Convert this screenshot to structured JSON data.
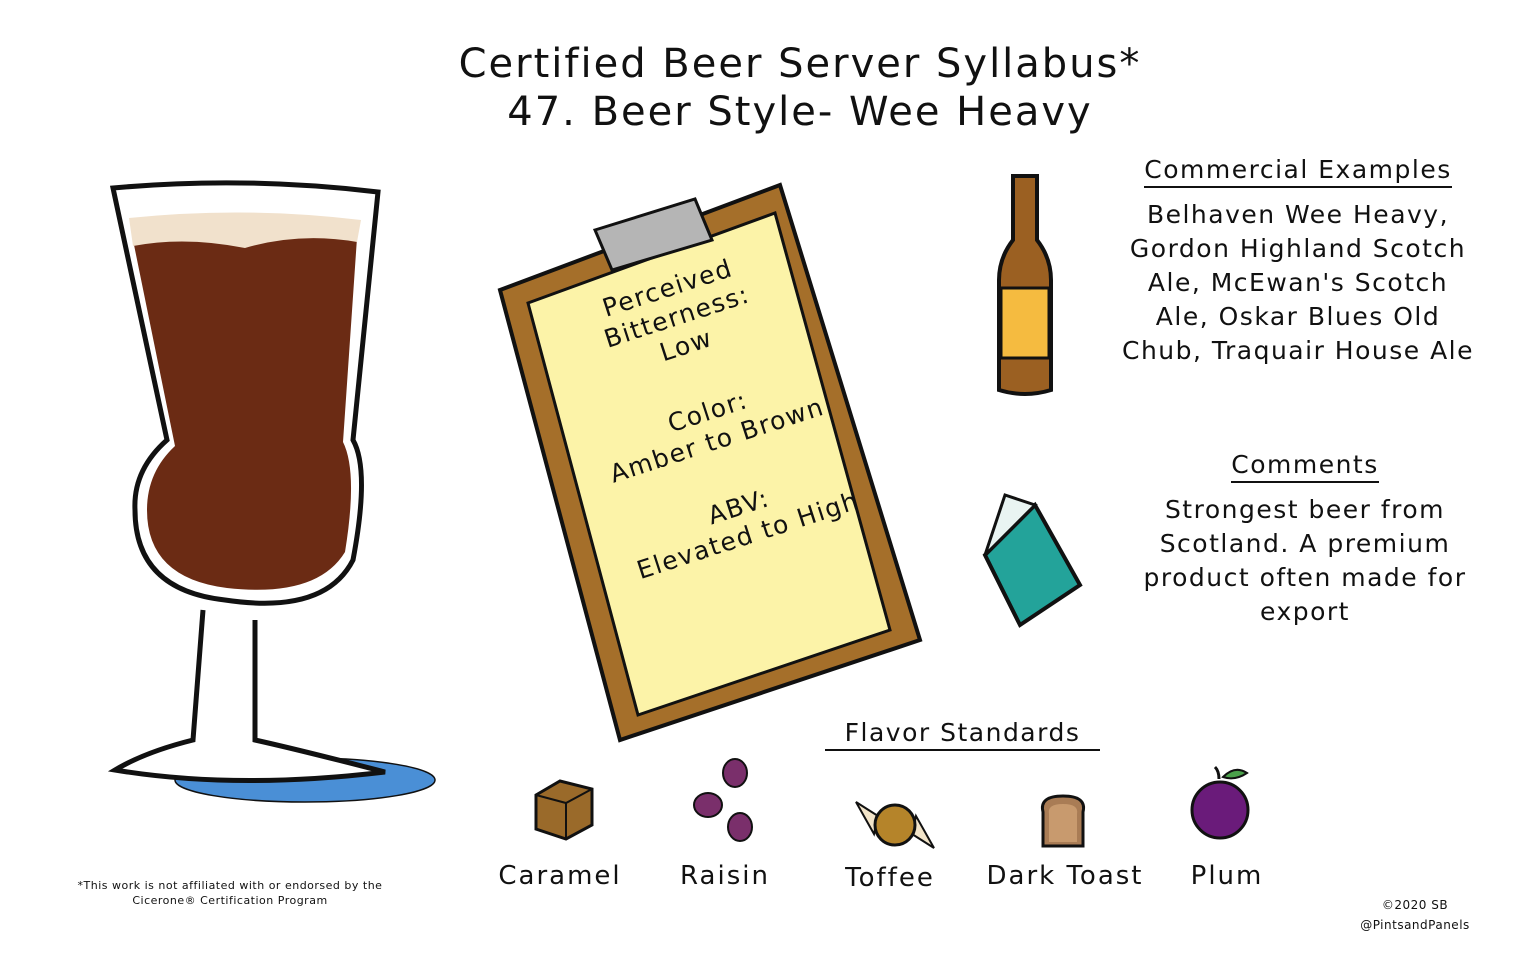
{
  "header": {
    "title_line1": "Certified Beer Server Syllabus*",
    "title_line2": "47. Beer Style- Wee Heavy"
  },
  "clipboard": {
    "perceived_bitterness_label": "Perceived Bitterness:",
    "perceived_bitterness_value": "Low",
    "color_label": "Color:",
    "color_value": "Amber to Brown",
    "abv_label": "ABV:",
    "abv_value": "Elevated to High"
  },
  "commercial_examples": {
    "heading": "Commercial Examples",
    "text": "Belhaven Wee Heavy, Gordon Highland Scotch Ale, McEwan's Scotch Ale, Oskar Blues Old Chub, Traquair House Ale"
  },
  "comments": {
    "heading": "Comments",
    "text": "Strongest beer from Scotland. A premium product often made for export"
  },
  "flavor_standards": {
    "heading": "Flavor Standards",
    "items": [
      {
        "label": "Caramel",
        "icon": "caramel-cube-icon"
      },
      {
        "label": "Raisin",
        "icon": "raisin-icon"
      },
      {
        "label": "Toffee",
        "icon": "toffee-candy-icon"
      },
      {
        "label": "Dark Toast",
        "icon": "toast-icon"
      },
      {
        "label": "Plum",
        "icon": "plum-icon"
      }
    ]
  },
  "footer": {
    "disclaimer": "*This work is not affiliated with or endorsed by the Cicerone® Certification Program",
    "copyright": "©2020 SB",
    "handle": "@PintsandPanels"
  },
  "colors": {
    "beer": "#6b2b14",
    "foam": "#f1e1cc",
    "puddle": "#4a8fd6",
    "clipboard_board": "#a56f2a",
    "clipboard_paper": "#fcf3a8",
    "bottle": "#9b6022",
    "bottle_label": "#f5bb40",
    "book": "#23a39a",
    "raisin": "#7a2f6b",
    "plum": "#6a1b7a",
    "toast": "#a97c55",
    "caramel": "#9a6a2a"
  }
}
